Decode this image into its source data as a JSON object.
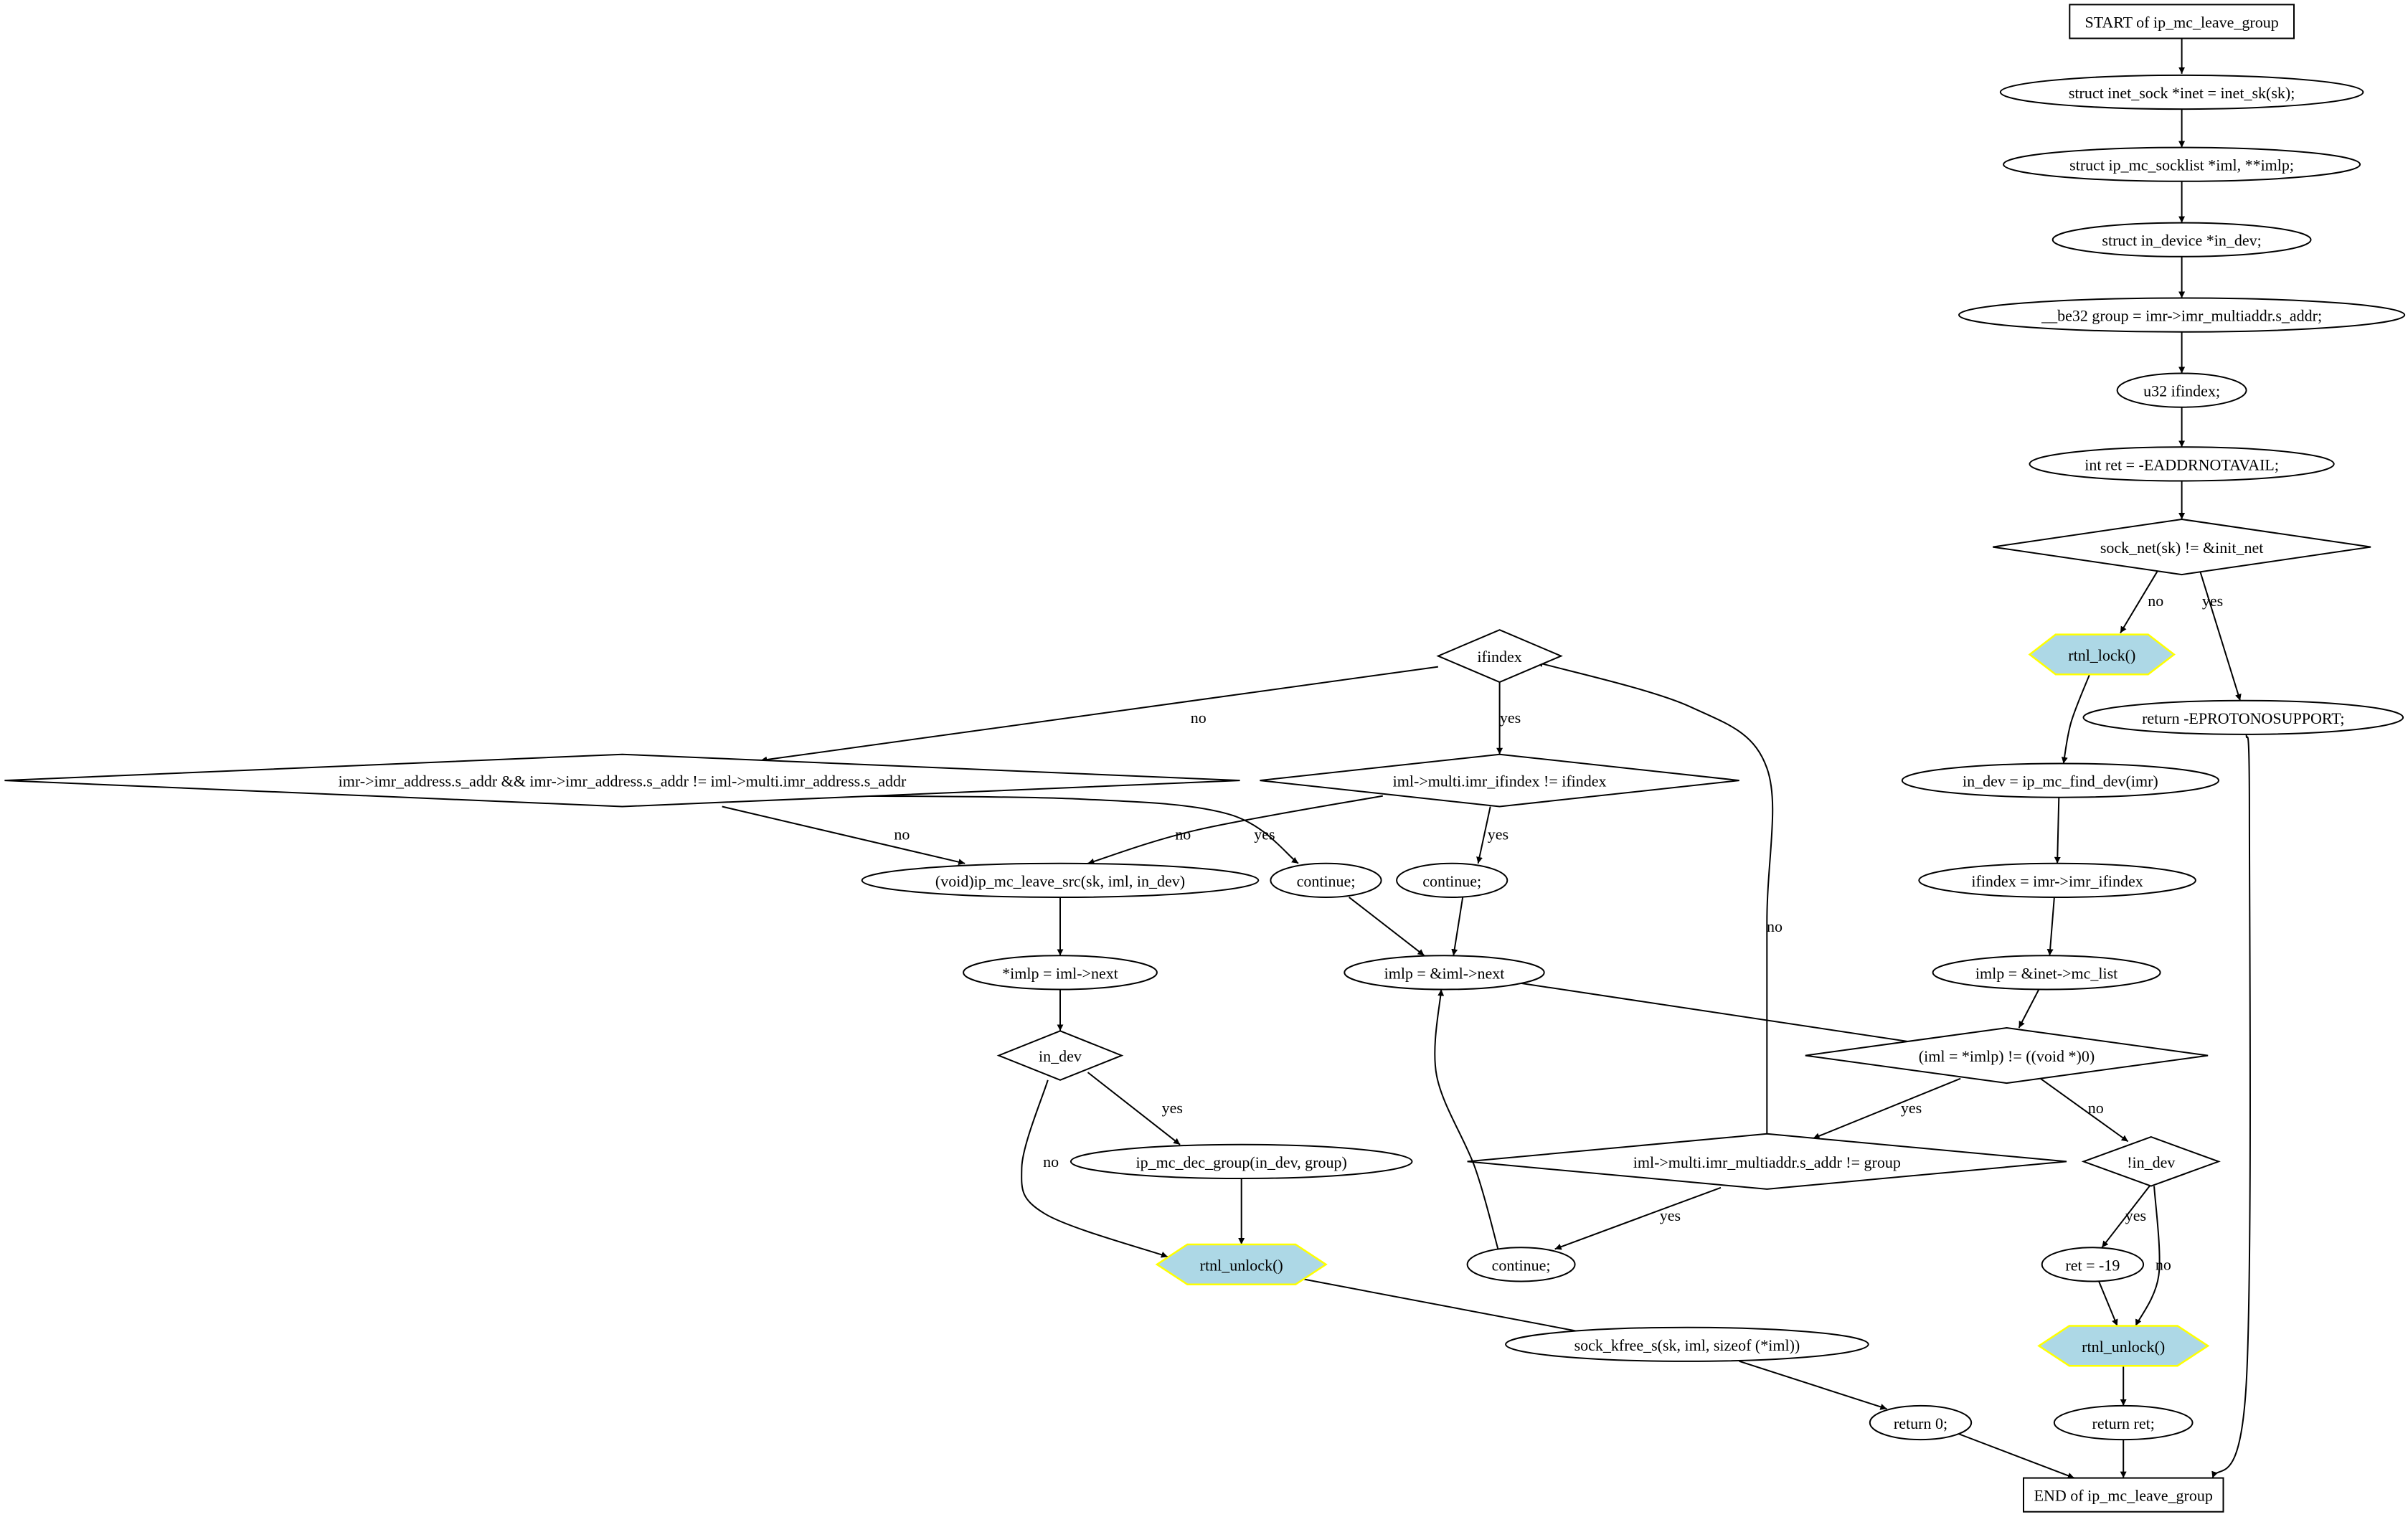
{
  "colors": {
    "highlight_fill": "#add8e6",
    "highlight_stroke": "#ffff00"
  },
  "nodes": [
    {
      "id": "n_start",
      "shape": "box",
      "label": "START of ip_mc_leave_group"
    },
    {
      "id": "n_inet",
      "shape": "ellipse",
      "label": "struct inet_sock *inet = inet_sk(sk);"
    },
    {
      "id": "n_iml_decl",
      "shape": "ellipse",
      "label": "struct ip_mc_socklist *iml, **imlp;"
    },
    {
      "id": "n_indev_decl",
      "shape": "ellipse",
      "label": "struct in_device *in_dev;"
    },
    {
      "id": "n_group",
      "shape": "ellipse",
      "label": "__be32 group = imr->imr_multiaddr.s_addr;"
    },
    {
      "id": "n_ifindex_decl",
      "shape": "ellipse",
      "label": "u32 ifindex;"
    },
    {
      "id": "n_ret_decl",
      "shape": "ellipse",
      "label": "int ret = -EADDRNOTAVAIL;"
    },
    {
      "id": "n_socknet",
      "shape": "diamond",
      "label": "sock_net(sk) != &init_net"
    },
    {
      "id": "n_rtnl_lock",
      "shape": "hex",
      "label": "rtnl_lock()"
    },
    {
      "id": "n_ret_eproto",
      "shape": "ellipse",
      "label": "return -EPROTONOSUPPORT;"
    },
    {
      "id": "n_find_dev",
      "shape": "ellipse",
      "label": "in_dev = ip_mc_find_dev(imr)"
    },
    {
      "id": "n_ifindex_assign",
      "shape": "ellipse",
      "label": "ifindex = imr->imr_ifindex"
    },
    {
      "id": "n_imlp_init",
      "shape": "ellipse",
      "label": "imlp = &inet->mc_list"
    },
    {
      "id": "n_loop",
      "shape": "diamond",
      "label": "(iml = *imlp) != ((void *)0)"
    },
    {
      "id": "n_not_indev",
      "shape": "diamond",
      "label": "!in_dev"
    },
    {
      "id": "n_ret19",
      "shape": "ellipse",
      "label": "ret = -19"
    },
    {
      "id": "n_rtnl_unlock_r",
      "shape": "hex",
      "label": "rtnl_unlock()"
    },
    {
      "id": "n_return_ret",
      "shape": "ellipse",
      "label": "return ret;"
    },
    {
      "id": "n_end",
      "shape": "box",
      "label": "END of ip_mc_leave_group"
    },
    {
      "id": "n_multiaddr_cmp",
      "shape": "diamond",
      "label": "iml->multi.imr_multiaddr.s_addr != group"
    },
    {
      "id": "n_continue_c",
      "shape": "ellipse",
      "label": "continue;"
    },
    {
      "id": "n_ifindex_test",
      "shape": "diamond",
      "label": "ifindex"
    },
    {
      "id": "n_ifindex_cmp",
      "shape": "diamond",
      "label": "iml->multi.imr_ifindex != ifindex"
    },
    {
      "id": "n_addr_cmp",
      "shape": "diamond",
      "label": "imr->imr_address.s_addr && imr->imr_address.s_addr != iml->multi.imr_address.s_addr"
    },
    {
      "id": "n_continue_b",
      "shape": "ellipse",
      "label": "continue;"
    },
    {
      "id": "n_continue_a",
      "shape": "ellipse",
      "label": "continue;"
    },
    {
      "id": "n_imlp_next",
      "shape": "ellipse",
      "label": "imlp = &iml->next"
    },
    {
      "id": "n_leave_src",
      "shape": "ellipse",
      "label": "(void)ip_mc_leave_src(sk, iml, in_dev)"
    },
    {
      "id": "n_imlp_assign",
      "shape": "ellipse",
      "label": "*imlp = iml->next"
    },
    {
      "id": "n_in_dev",
      "shape": "diamond",
      "label": "in_dev"
    },
    {
      "id": "n_dec_group",
      "shape": "ellipse",
      "label": "ip_mc_dec_group(in_dev, group)"
    },
    {
      "id": "n_rtnl_unlock_l",
      "shape": "hex",
      "label": "rtnl_unlock()"
    },
    {
      "id": "n_kfree",
      "shape": "ellipse",
      "label": "sock_kfree_s(sk, iml, sizeof (*iml))"
    },
    {
      "id": "n_return0",
      "shape": "ellipse",
      "label": "return 0;"
    }
  ],
  "edges": [
    {
      "from": "n_start",
      "to": "n_inet",
      "label": ""
    },
    {
      "from": "n_inet",
      "to": "n_iml_decl",
      "label": ""
    },
    {
      "from": "n_iml_decl",
      "to": "n_indev_decl",
      "label": ""
    },
    {
      "from": "n_indev_decl",
      "to": "n_group",
      "label": ""
    },
    {
      "from": "n_group",
      "to": "n_ifindex_decl",
      "label": ""
    },
    {
      "from": "n_ifindex_decl",
      "to": "n_ret_decl",
      "label": ""
    },
    {
      "from": "n_ret_decl",
      "to": "n_socknet",
      "label": ""
    },
    {
      "from": "n_socknet",
      "to": "n_rtnl_lock",
      "label": "no"
    },
    {
      "from": "n_socknet",
      "to": "n_ret_eproto",
      "label": "yes"
    },
    {
      "from": "n_rtnl_lock",
      "to": "n_find_dev",
      "label": ""
    },
    {
      "from": "n_ret_eproto",
      "to": "n_end",
      "label": ""
    },
    {
      "from": "n_find_dev",
      "to": "n_ifindex_assign",
      "label": ""
    },
    {
      "from": "n_ifindex_assign",
      "to": "n_imlp_init",
      "label": ""
    },
    {
      "from": "n_imlp_init",
      "to": "n_loop",
      "label": ""
    },
    {
      "from": "n_loop",
      "to": "n_multiaddr_cmp",
      "label": "yes"
    },
    {
      "from": "n_loop",
      "to": "n_not_indev",
      "label": "no"
    },
    {
      "from": "n_not_indev",
      "to": "n_ret19",
      "label": "yes"
    },
    {
      "from": "n_not_indev",
      "to": "n_rtnl_unlock_r",
      "label": "no"
    },
    {
      "from": "n_ret19",
      "to": "n_rtnl_unlock_r",
      "label": ""
    },
    {
      "from": "n_rtnl_unlock_r",
      "to": "n_return_ret",
      "label": ""
    },
    {
      "from": "n_return_ret",
      "to": "n_end",
      "label": ""
    },
    {
      "from": "n_multiaddr_cmp",
      "to": "n_continue_c",
      "label": "yes"
    },
    {
      "from": "n_multiaddr_cmp",
      "to": "n_ifindex_test",
      "label": "no"
    },
    {
      "from": "n_continue_c",
      "to": "n_imlp_next",
      "label": ""
    },
    {
      "from": "n_ifindex_test",
      "to": "n_ifindex_cmp",
      "label": "yes"
    },
    {
      "from": "n_ifindex_test",
      "to": "n_addr_cmp",
      "label": "no"
    },
    {
      "from": "n_ifindex_cmp",
      "to": "n_continue_b",
      "label": "yes"
    },
    {
      "from": "n_ifindex_cmp",
      "to": "n_leave_src",
      "label": "no"
    },
    {
      "from": "n_addr_cmp",
      "to": "n_continue_a",
      "label": "yes"
    },
    {
      "from": "n_addr_cmp",
      "to": "n_leave_src",
      "label": "no"
    },
    {
      "from": "n_continue_a",
      "to": "n_imlp_next",
      "label": ""
    },
    {
      "from": "n_continue_b",
      "to": "n_imlp_next",
      "label": ""
    },
    {
      "from": "n_imlp_next",
      "to": "n_loop",
      "label": ""
    },
    {
      "from": "n_leave_src",
      "to": "n_imlp_assign",
      "label": ""
    },
    {
      "from": "n_imlp_assign",
      "to": "n_in_dev",
      "label": ""
    },
    {
      "from": "n_in_dev",
      "to": "n_dec_group",
      "label": "yes"
    },
    {
      "from": "n_in_dev",
      "to": "n_rtnl_unlock_l",
      "label": "no"
    },
    {
      "from": "n_dec_group",
      "to": "n_rtnl_unlock_l",
      "label": ""
    },
    {
      "from": "n_rtnl_unlock_l",
      "to": "n_kfree",
      "label": ""
    },
    {
      "from": "n_kfree",
      "to": "n_return0",
      "label": ""
    },
    {
      "from": "n_return0",
      "to": "n_end",
      "label": ""
    }
  ]
}
